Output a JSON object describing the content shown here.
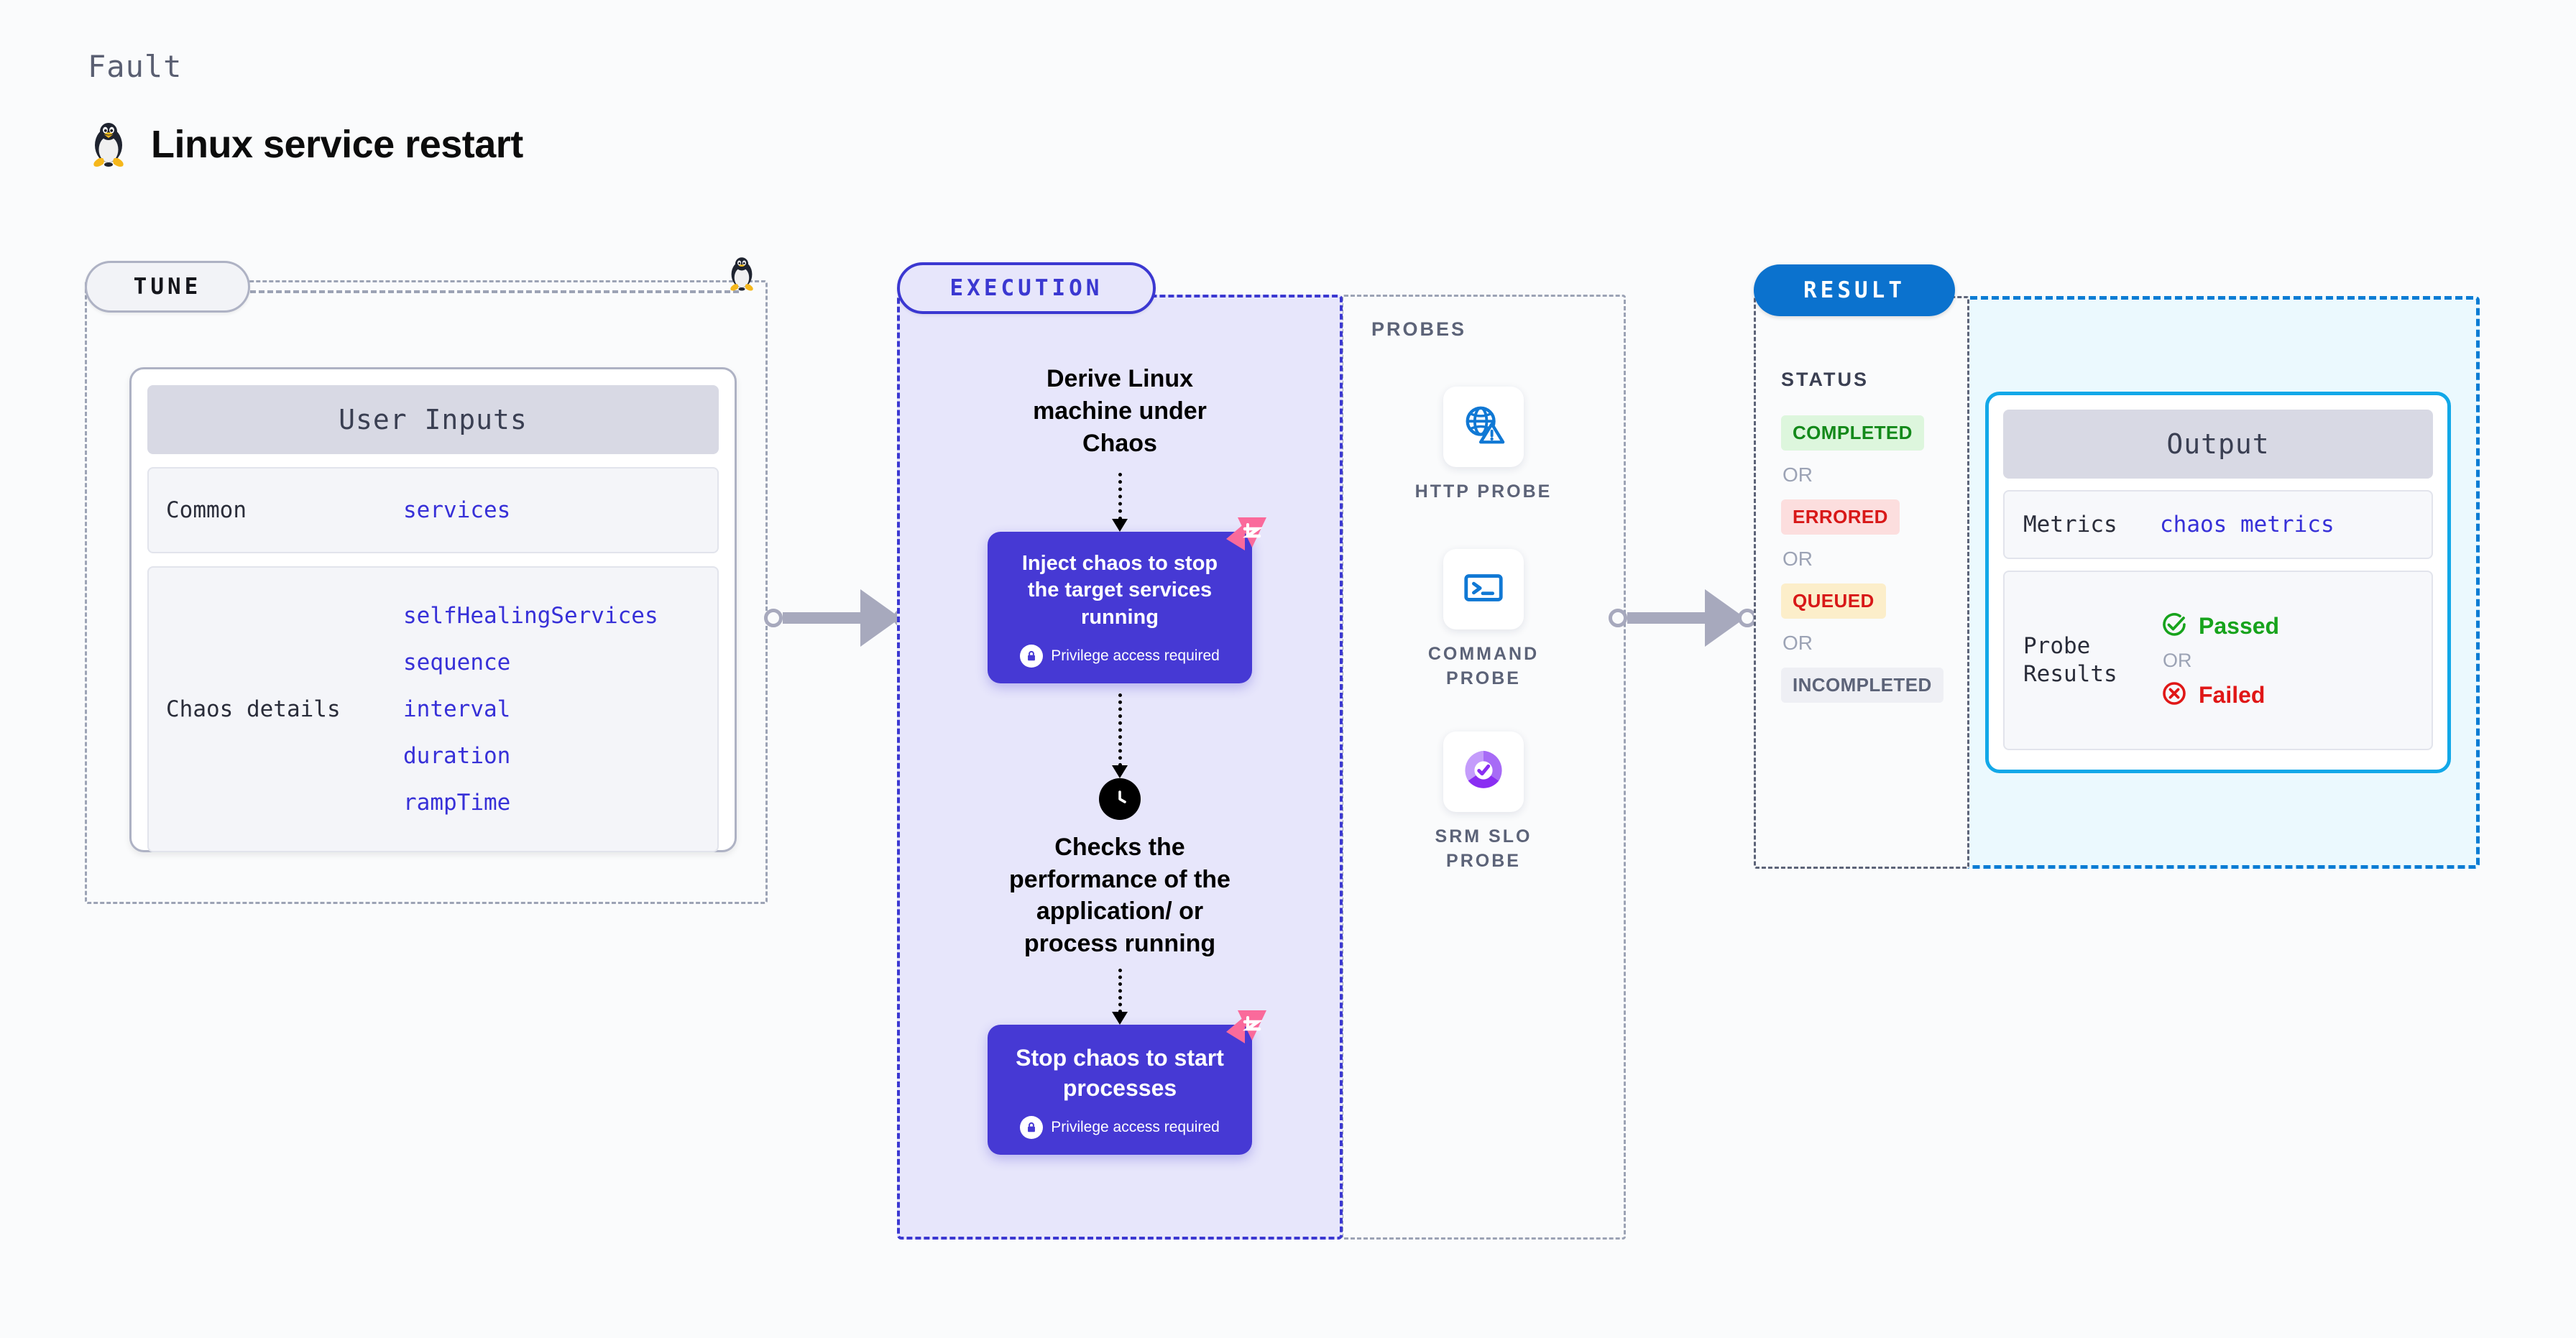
{
  "header": {
    "eyebrow": "Fault",
    "title": "Linux service restart",
    "icon": "linux-penguin-icon"
  },
  "stages": {
    "tune": {
      "label": "TUNE"
    },
    "execution": {
      "label": "EXECUTION"
    },
    "result": {
      "label": "RESULT"
    }
  },
  "tune": {
    "card_title": "User Inputs",
    "rows": [
      {
        "label": "Common",
        "values": [
          "services"
        ]
      },
      {
        "label": "Chaos details",
        "values": [
          "selfHealingServices",
          "sequence",
          "interval",
          "duration",
          "rampTime"
        ]
      }
    ]
  },
  "execution": {
    "steps": [
      {
        "type": "text",
        "text": "Derive Linux machine under Chaos"
      },
      {
        "type": "chaos-box",
        "title": "Inject chaos to stop the target services running",
        "privilege": "Privilege access required",
        "badge": "litmus-chaos-icon"
      },
      {
        "type": "clock",
        "icon": "clock-icon",
        "text": "Checks the performance of the application/ or process running"
      },
      {
        "type": "chaos-box",
        "title": "Stop chaos to start processes",
        "privilege": "Privilege access required",
        "badge": "litmus-chaos-icon"
      }
    ]
  },
  "probes": {
    "title": "PROBES",
    "items": [
      {
        "icon": "globe-warning-icon",
        "label": "HTTP PROBE"
      },
      {
        "icon": "terminal-prompt-icon",
        "label": "COMMAND PROBE"
      },
      {
        "icon": "srm-slo-donut-icon",
        "label": "SRM SLO PROBE"
      }
    ]
  },
  "result": {
    "status_title": "STATUS",
    "or_label": "OR",
    "statuses": [
      {
        "label": "COMPLETED",
        "style": "completed"
      },
      {
        "label": "ERRORED",
        "style": "errored"
      },
      {
        "label": "QUEUED",
        "style": "queued"
      },
      {
        "label": "INCOMPLETED",
        "style": "incompleted"
      }
    ],
    "output": {
      "card_title": "Output",
      "metrics_label": "Metrics",
      "metrics_value": "chaos metrics",
      "probe_label": "Probe Results",
      "passed_label": "Passed",
      "failed_label": "Failed",
      "or_label": "OR"
    }
  },
  "colors": {
    "chaos_purple": "#4639d4",
    "execution_border": "#3b38d1",
    "result_blue": "#0b72ce",
    "output_border": "#12a8e8",
    "mono_accent": "#3730d8",
    "pass_green": "#17a31c",
    "fail_red": "#e01717",
    "litmus_pink": "#fa6a9b",
    "probe_blue": "#1078d4",
    "slo_purple": "#9a4ff0",
    "muted_gray": "#9ca3b5"
  }
}
